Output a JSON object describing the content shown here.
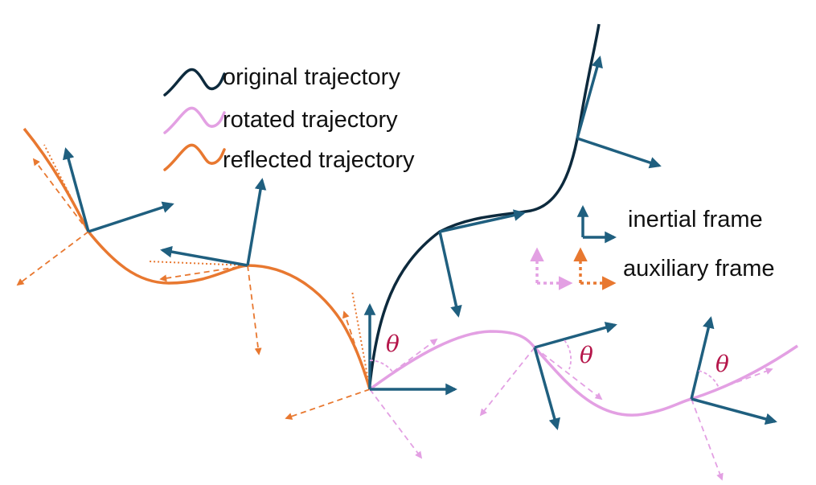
{
  "legend": {
    "items": [
      {
        "label": "original trajectory",
        "color": "#0d2a3d"
      },
      {
        "label": "rotated trajectory",
        "color": "#e3a0e3"
      },
      {
        "label": "reflected trajectory",
        "color": "#e87830"
      }
    ]
  },
  "frames_legend": {
    "inertial_label": "inertial frame",
    "auxiliary_label": "auxiliary frame"
  },
  "angle_symbol": "θ",
  "colors": {
    "inertial": "#1f5f7f",
    "original": "#0d2a3d",
    "rotated": "#e3a0e3",
    "reflected": "#e87830",
    "theta": "#b5164a"
  }
}
